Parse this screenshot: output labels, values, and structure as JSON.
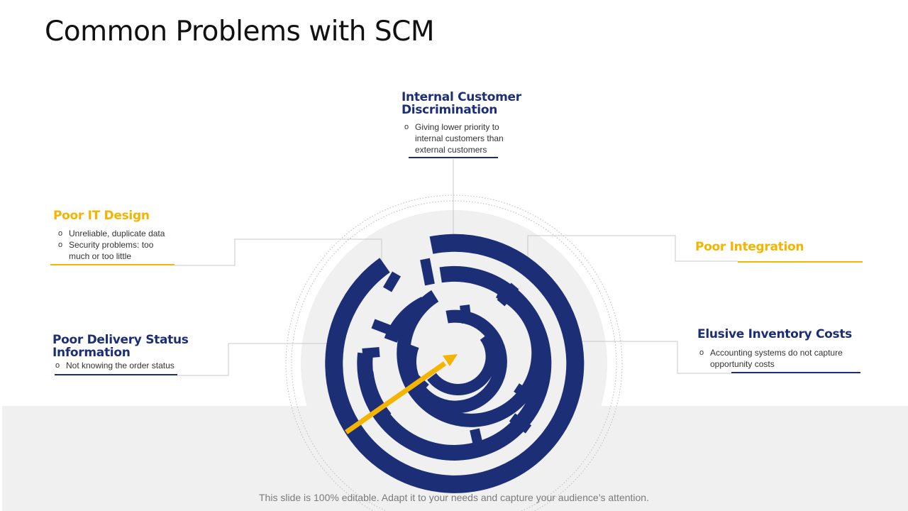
{
  "title": "Common Problems with SCM",
  "colors": {
    "navy": "#1c2f76",
    "yellow": "#f4b400",
    "panel_gray": "#f0f0f0",
    "connector_gray": "#c8c8c8"
  },
  "center_graphic": {
    "icon": "maze-target-icon",
    "arrow": "yellow-arrow-icon"
  },
  "problems": {
    "internal_customer": {
      "heading": "Internal Customer Discrimination",
      "heading_line1": "Internal Customer",
      "heading_line2": "Discrimination",
      "bullets": [
        "Giving lower priority to internal customers than external customers"
      ],
      "bullet_lines": [
        "Giving lower priority to",
        "internal customers than",
        "external customers"
      ]
    },
    "poor_it": {
      "heading": "Poor IT Design",
      "bullets": [
        "Unreliable, duplicate data",
        "Security problems: too much or too little"
      ],
      "bullet2_lines": [
        "Security problems: too",
        "much or too little"
      ]
    },
    "poor_integration": {
      "heading": "Poor Integration"
    },
    "poor_delivery": {
      "heading": "Poor Delivery Status Information",
      "heading_line1": "Poor Delivery Status",
      "heading_line2": "Information",
      "bullets": [
        "Not knowing the order status"
      ]
    },
    "elusive_inventory": {
      "heading": "Elusive Inventory Costs",
      "bullets": [
        "Accounting systems do not capture opportunity costs"
      ],
      "bullet_lines": [
        "Accounting systems do not capture",
        "opportunity costs"
      ]
    }
  },
  "footer": "This slide is 100% editable. Adapt it to your needs and capture your audience’s attention."
}
